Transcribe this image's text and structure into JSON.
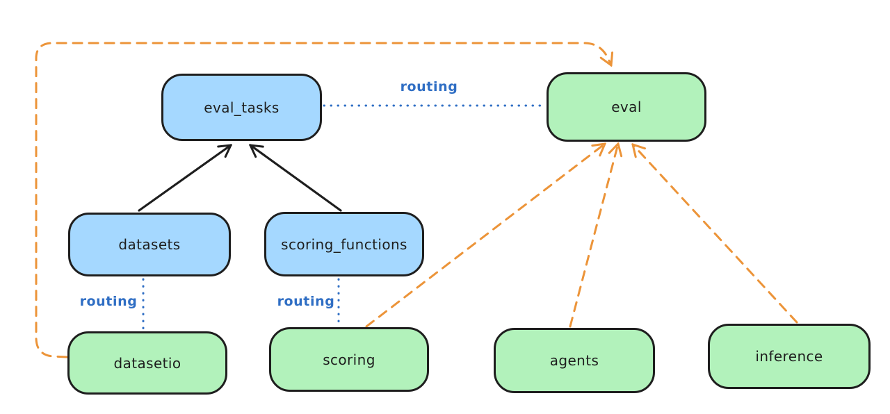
{
  "nodes": {
    "eval_tasks": {
      "label": "eval_tasks",
      "color": "blue"
    },
    "eval": {
      "label": "eval",
      "color": "green"
    },
    "datasets": {
      "label": "datasets",
      "color": "blue"
    },
    "scoring_functions": {
      "label": "scoring_functions",
      "color": "blue"
    },
    "datasetio": {
      "label": "datasetio",
      "color": "green"
    },
    "scoring": {
      "label": "scoring",
      "color": "green"
    },
    "agents": {
      "label": "agents",
      "color": "green"
    },
    "inference": {
      "label": "inference",
      "color": "green"
    }
  },
  "edges": [
    {
      "from": "datasets",
      "to": "eval_tasks",
      "type": "solid-arrow",
      "color": "black"
    },
    {
      "from": "scoring_functions",
      "to": "eval_tasks",
      "type": "solid-arrow",
      "color": "black"
    },
    {
      "from": "eval_tasks",
      "to": "eval",
      "type": "dotted-line",
      "color": "blue",
      "label": "routing"
    },
    {
      "from": "datasets",
      "to": "datasetio",
      "type": "dotted-line",
      "color": "blue",
      "label": "routing"
    },
    {
      "from": "scoring_functions",
      "to": "scoring",
      "type": "dotted-line",
      "color": "blue",
      "label": "routing"
    },
    {
      "from": "datasetio",
      "to": "eval",
      "type": "dashed-arrow",
      "color": "orange"
    },
    {
      "from": "scoring",
      "to": "eval",
      "type": "dashed-arrow",
      "color": "orange"
    },
    {
      "from": "agents",
      "to": "eval",
      "type": "dashed-arrow",
      "color": "orange"
    },
    {
      "from": "inference",
      "to": "eval",
      "type": "dashed-arrow",
      "color": "orange"
    }
  ],
  "colors": {
    "blue_fill": "#a5d8ff",
    "green_fill": "#b2f2bb",
    "stroke": "#1e1e1e",
    "routing_blue": "#2f6ec4",
    "orange": "#ec9439",
    "background": "#ffffff"
  }
}
